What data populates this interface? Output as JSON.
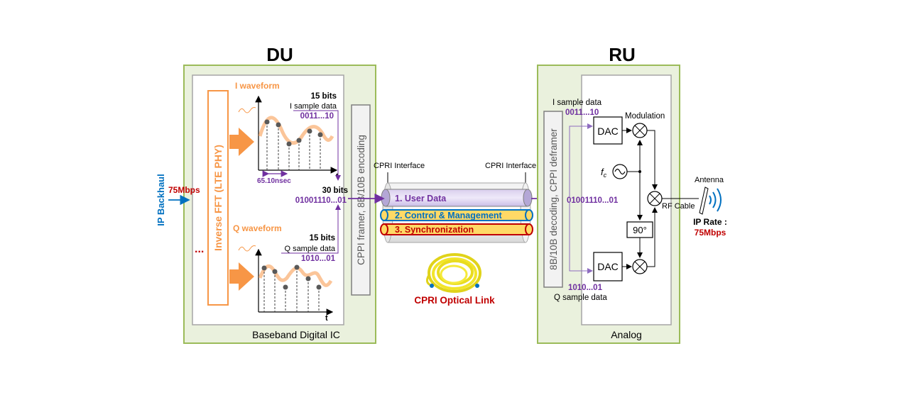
{
  "colors": {
    "panel_fill": "#eaf1dd",
    "panel_border": "#9bbb59",
    "orange": "#f79646",
    "purple": "#7030a0",
    "blue": "#0070c0",
    "red": "#c00000",
    "yellow": "#ffd966",
    "gray_border": "#a6a6a6"
  },
  "du": {
    "title": "DU",
    "bottom_label": "Baseband Digital IC",
    "fft_label": "Inverse FFT (LTE PHY)",
    "ellipsis": "...",
    "i_waveform": "I waveform",
    "q_waveform": "Q waveform",
    "i_bits": "15 bits",
    "i_sample": "I sample data",
    "i_value": "0011...10",
    "q_bits": "15 bits",
    "q_sample": "Q sample data",
    "q_value": "1010...01",
    "axis_t": "t",
    "period": "65.10nsec",
    "combined_bits": "30 bits",
    "combined_value": "01001110...01",
    "framer_label": "CPPI framer, 8B/10B encoding"
  },
  "backhaul": {
    "label": "IP Backhaul",
    "rate": "75Mbps"
  },
  "link": {
    "cpri_interface_left": "CPRI Interface",
    "cpri_interface_right": "CPRI Interface",
    "channel_1": "1. User Data",
    "channel_2": "2. Control & Management",
    "channel_3": "3. Synchronization",
    "optical_caption": "CPRI Optical Link"
  },
  "ru": {
    "title": "RU",
    "bottom_label": "Analog",
    "deframer_label": "8B/10B decoding, CPPI deframer",
    "i_sample": "I sample data",
    "i_value": "0011...10",
    "q_value": "1010...01",
    "q_sample": "Q sample data",
    "combined_value": "01001110...01",
    "dac_top": "DAC",
    "dac_bottom": "DAC",
    "modulation": "Modulation",
    "fc": "f",
    "fc_sub": "c",
    "phase": "90°",
    "antenna": "Antenna",
    "rf_cable": "RF Cable",
    "ip_rate_label": "IP Rate :",
    "ip_rate_value": "75Mbps"
  }
}
